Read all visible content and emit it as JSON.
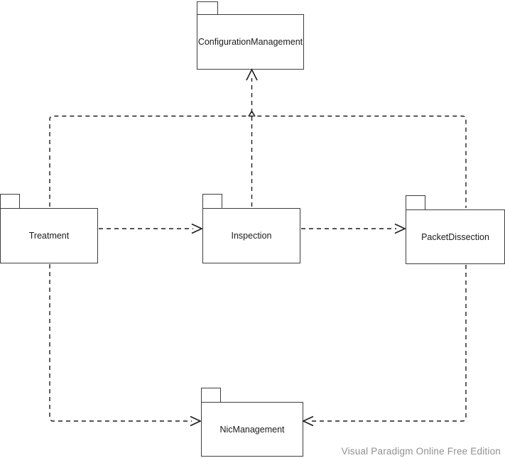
{
  "diagram": {
    "type": "uml-package-diagram",
    "packages": [
      {
        "id": "configuration-management",
        "label": "ConfigurationManagement"
      },
      {
        "id": "treatment",
        "label": "Treatment"
      },
      {
        "id": "inspection",
        "label": "Inspection"
      },
      {
        "id": "packet-dissection",
        "label": "PacketDissection"
      },
      {
        "id": "nic-management",
        "label": "NicManagement"
      }
    ],
    "dependencies": [
      {
        "from": "Treatment",
        "to": "Inspection",
        "line": "dashed",
        "arrow": "open"
      },
      {
        "from": "Inspection",
        "to": "PacketDissection",
        "line": "dashed",
        "arrow": "open"
      },
      {
        "from": "Inspection",
        "to": "ConfigurationManagement",
        "line": "dashed",
        "arrow": "open"
      },
      {
        "from": "Treatment",
        "to": "ConfigurationManagement",
        "line": "dashed",
        "arrow": "open"
      },
      {
        "from": "PacketDissection",
        "to": "ConfigurationManagement",
        "line": "dashed",
        "arrow": "open"
      },
      {
        "from": "Treatment",
        "to": "NicManagement",
        "line": "dashed",
        "arrow": "open"
      },
      {
        "from": "PacketDissection",
        "to": "NicManagement",
        "line": "dashed",
        "arrow": "open"
      }
    ],
    "colors": {
      "shape_border": "#3d3d3d",
      "shape_fill": "#ffffff",
      "connector_stroke": "#1c1c1c",
      "label_text": "#1a1a1a",
      "watermark_text": "#909090",
      "background": "#ffffff"
    }
  },
  "watermark": {
    "text": "Visual Paradigm Online Free Edition"
  }
}
